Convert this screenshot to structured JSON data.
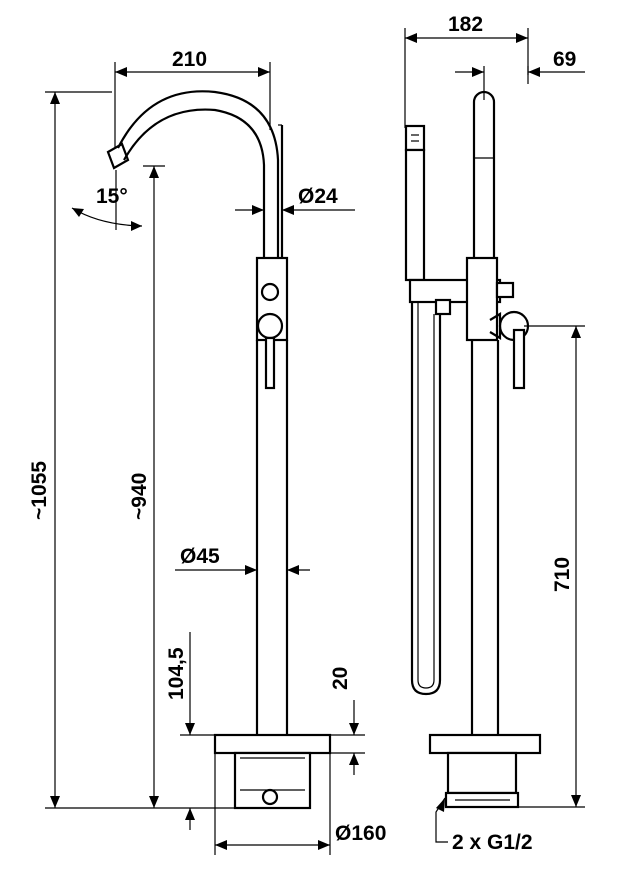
{
  "dimensions": {
    "width_spout": "210",
    "width_side": "182",
    "offset_side": "69",
    "spout_diameter": "Ø24",
    "angle": "15°",
    "overall_height": "~1055",
    "spout_height": "~940",
    "column_diameter": "Ø45",
    "base_height": "104,5",
    "plate_thickness": "20",
    "base_diameter": "Ø160",
    "mixer_height": "710",
    "connection": "2 x G1/2"
  }
}
